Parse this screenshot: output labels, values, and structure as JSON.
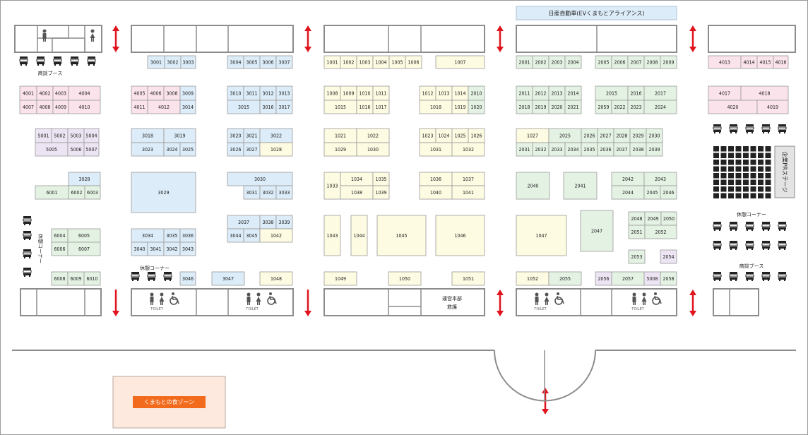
{
  "colors": {
    "blue": "#dcecf8",
    "yellow": "#fdfbe1",
    "green": "#e4f2e3",
    "pink": "#fbe3ec",
    "purple": "#ece4f2",
    "gray": "#e6e6e6",
    "wall": "#8c8c8c",
    "arrow": "#e0141e",
    "food_fill": "#fde9de",
    "food_label": "#f26b1d",
    "ev_fill": "#ddecf9"
  },
  "labels": {
    "ev": "日産自動車(EVくまもとアライアンス)",
    "food": "くまもとの食ゾーン",
    "stage": "企業PRステージ",
    "hq_line1": "運営本部",
    "hq_line2": "救護",
    "toilet": "TOILET",
    "business_booth": "商談ブース",
    "rest_corner": "休憩コーナー"
  },
  "booths": [
    {
      "id": "3001",
      "c": "blue"
    },
    {
      "id": "3002",
      "c": "blue"
    },
    {
      "id": "3003",
      "c": "blue"
    },
    {
      "id": "3004",
      "c": "blue"
    },
    {
      "id": "3005",
      "c": "blue"
    },
    {
      "id": "3006",
      "c": "blue"
    },
    {
      "id": "3007",
      "c": "blue"
    },
    {
      "id": "1001",
      "c": "yellow"
    },
    {
      "id": "1002",
      "c": "yellow"
    },
    {
      "id": "1003",
      "c": "yellow"
    },
    {
      "id": "1004",
      "c": "yellow"
    },
    {
      "id": "1005",
      "c": "yellow"
    },
    {
      "id": "1006",
      "c": "yellow"
    },
    {
      "id": "1007",
      "c": "yellow"
    },
    {
      "id": "2001",
      "c": "green"
    },
    {
      "id": "2002",
      "c": "green"
    },
    {
      "id": "2003",
      "c": "green"
    },
    {
      "id": "2004",
      "c": "green"
    },
    {
      "id": "2005",
      "c": "green"
    },
    {
      "id": "2006",
      "c": "green"
    },
    {
      "id": "2007",
      "c": "green"
    },
    {
      "id": "2008",
      "c": "green"
    },
    {
      "id": "2009",
      "c": "green"
    },
    {
      "id": "4013",
      "c": "pink"
    },
    {
      "id": "4014",
      "c": "pink"
    },
    {
      "id": "4015",
      "c": "pink"
    },
    {
      "id": "4016",
      "c": "pink"
    },
    {
      "id": "4001",
      "c": "pink"
    },
    {
      "id": "4002",
      "c": "pink"
    },
    {
      "id": "4003",
      "c": "pink"
    },
    {
      "id": "4004",
      "c": "pink"
    },
    {
      "id": "4007",
      "c": "pink"
    },
    {
      "id": "4008",
      "c": "pink"
    },
    {
      "id": "4009",
      "c": "pink"
    },
    {
      "id": "4010",
      "c": "pink"
    },
    {
      "id": "4005",
      "c": "pink"
    },
    {
      "id": "4006",
      "c": "pink"
    },
    {
      "id": "3008",
      "c": "pink"
    },
    {
      "id": "3009",
      "c": "blue"
    },
    {
      "id": "4011",
      "c": "pink"
    },
    {
      "id": "4012",
      "c": "pink"
    },
    {
      "id": "3014",
      "c": "blue"
    },
    {
      "id": "3010",
      "c": "blue"
    },
    {
      "id": "3011",
      "c": "blue"
    },
    {
      "id": "3012",
      "c": "blue"
    },
    {
      "id": "3013",
      "c": "blue"
    },
    {
      "id": "3015",
      "c": "blue"
    },
    {
      "id": "3016",
      "c": "blue"
    },
    {
      "id": "3017",
      "c": "blue"
    },
    {
      "id": "1008",
      "c": "yellow"
    },
    {
      "id": "1009",
      "c": "yellow"
    },
    {
      "id": "1010",
      "c": "yellow"
    },
    {
      "id": "1011",
      "c": "yellow"
    },
    {
      "id": "1015",
      "c": "yellow"
    },
    {
      "id": "1016",
      "c": "yellow"
    },
    {
      "id": "1017",
      "c": "yellow"
    },
    {
      "id": "1012",
      "c": "yellow"
    },
    {
      "id": "1013",
      "c": "yellow"
    },
    {
      "id": "1014",
      "c": "yellow"
    },
    {
      "id": "2010",
      "c": "green"
    },
    {
      "id": "1018",
      "c": "yellow"
    },
    {
      "id": "1019",
      "c": "yellow"
    },
    {
      "id": "1020",
      "c": "green"
    },
    {
      "id": "2011",
      "c": "green"
    },
    {
      "id": "2012",
      "c": "green"
    },
    {
      "id": "2013",
      "c": "green"
    },
    {
      "id": "2014",
      "c": "green"
    },
    {
      "id": "2018",
      "c": "green"
    },
    {
      "id": "2019",
      "c": "green"
    },
    {
      "id": "2020",
      "c": "green"
    },
    {
      "id": "2021",
      "c": "green"
    },
    {
      "id": "2015",
      "c": "green"
    },
    {
      "id": "2016",
      "c": "green"
    },
    {
      "id": "2017",
      "c": "green"
    },
    {
      "id": "2059",
      "c": "green"
    },
    {
      "id": "2022",
      "c": "green"
    },
    {
      "id": "2023",
      "c": "green"
    },
    {
      "id": "2024",
      "c": "green"
    },
    {
      "id": "4017",
      "c": "pink"
    },
    {
      "id": "4018",
      "c": "pink"
    },
    {
      "id": "4020",
      "c": "pink"
    },
    {
      "id": "4019",
      "c": "pink"
    },
    {
      "id": "5001",
      "c": "purple"
    },
    {
      "id": "5002",
      "c": "purple"
    },
    {
      "id": "5003",
      "c": "purple"
    },
    {
      "id": "5004",
      "c": "purple"
    },
    {
      "id": "5005",
      "c": "purple"
    },
    {
      "id": "5006",
      "c": "purple"
    },
    {
      "id": "5007",
      "c": "purple"
    },
    {
      "id": "3018",
      "c": "blue"
    },
    {
      "id": "3019",
      "c": "blue"
    },
    {
      "id": "3023",
      "c": "blue"
    },
    {
      "id": "3024",
      "c": "blue"
    },
    {
      "id": "3025",
      "c": "blue"
    },
    {
      "id": "3020",
      "c": "blue"
    },
    {
      "id": "3021",
      "c": "blue"
    },
    {
      "id": "3022",
      "c": "blue"
    },
    {
      "id": "3026",
      "c": "blue"
    },
    {
      "id": "3027",
      "c": "blue"
    },
    {
      "id": "1028",
      "c": "yellow"
    },
    {
      "id": "1021",
      "c": "yellow"
    },
    {
      "id": "1022",
      "c": "yellow"
    },
    {
      "id": "1029",
      "c": "yellow"
    },
    {
      "id": "1030",
      "c": "yellow"
    },
    {
      "id": "1023",
      "c": "yellow"
    },
    {
      "id": "1024",
      "c": "yellow"
    },
    {
      "id": "1025",
      "c": "yellow"
    },
    {
      "id": "1026",
      "c": "yellow"
    },
    {
      "id": "1031",
      "c": "yellow"
    },
    {
      "id": "1032",
      "c": "yellow"
    },
    {
      "id": "1027",
      "c": "yellow"
    },
    {
      "id": "2025",
      "c": "green"
    },
    {
      "id": "2026",
      "c": "green"
    },
    {
      "id": "2027",
      "c": "green"
    },
    {
      "id": "2028",
      "c": "green"
    },
    {
      "id": "2029",
      "c": "green"
    },
    {
      "id": "2030",
      "c": "green"
    },
    {
      "id": "2031",
      "c": "green"
    },
    {
      "id": "2032",
      "c": "green"
    },
    {
      "id": "2033",
      "c": "green"
    },
    {
      "id": "2034",
      "c": "green"
    },
    {
      "id": "2035",
      "c": "green"
    },
    {
      "id": "2036",
      "c": "green"
    },
    {
      "id": "2037",
      "c": "green"
    },
    {
      "id": "2038",
      "c": "green"
    },
    {
      "id": "2039",
      "c": "green"
    },
    {
      "id": "3028",
      "c": "blue"
    },
    {
      "id": "6001",
      "c": "green"
    },
    {
      "id": "6002",
      "c": "green"
    },
    {
      "id": "6003",
      "c": "green"
    },
    {
      "id": "3029",
      "c": "blue"
    },
    {
      "id": "3030",
      "c": "blue"
    },
    {
      "id": "3031",
      "c": "blue"
    },
    {
      "id": "3032",
      "c": "blue"
    },
    {
      "id": "3033",
      "c": "blue"
    },
    {
      "id": "1033",
      "c": "yellow"
    },
    {
      "id": "1034",
      "c": "yellow"
    },
    {
      "id": "1035",
      "c": "yellow"
    },
    {
      "id": "1038",
      "c": "yellow"
    },
    {
      "id": "1039",
      "c": "yellow"
    },
    {
      "id": "1036",
      "c": "yellow"
    },
    {
      "id": "1037",
      "c": "yellow"
    },
    {
      "id": "1040",
      "c": "yellow"
    },
    {
      "id": "1041",
      "c": "yellow"
    },
    {
      "id": "2040",
      "c": "green"
    },
    {
      "id": "2041",
      "c": "green"
    },
    {
      "id": "2042",
      "c": "green"
    },
    {
      "id": "2043",
      "c": "green"
    },
    {
      "id": "2044",
      "c": "green"
    },
    {
      "id": "2045",
      "c": "green"
    },
    {
      "id": "2046",
      "c": "green"
    },
    {
      "id": "6004",
      "c": "green"
    },
    {
      "id": "6005",
      "c": "green"
    },
    {
      "id": "6006",
      "c": "green"
    },
    {
      "id": "6007",
      "c": "green"
    },
    {
      "id": "3034",
      "c": "blue"
    },
    {
      "id": "3035",
      "c": "blue"
    },
    {
      "id": "3036",
      "c": "blue"
    },
    {
      "id": "3040",
      "c": "blue"
    },
    {
      "id": "3041",
      "c": "blue"
    },
    {
      "id": "3042",
      "c": "blue"
    },
    {
      "id": "3043",
      "c": "blue"
    },
    {
      "id": "3037",
      "c": "blue"
    },
    {
      "id": "3038",
      "c": "blue"
    },
    {
      "id": "3039",
      "c": "blue"
    },
    {
      "id": "3044",
      "c": "blue"
    },
    {
      "id": "3045",
      "c": "blue"
    },
    {
      "id": "1042",
      "c": "yellow"
    },
    {
      "id": "1043",
      "c": "yellow"
    },
    {
      "id": "1044",
      "c": "yellow"
    },
    {
      "id": "1045",
      "c": "yellow"
    },
    {
      "id": "1046",
      "c": "yellow"
    },
    {
      "id": "1047",
      "c": "yellow"
    },
    {
      "id": "2047",
      "c": "green"
    },
    {
      "id": "2048",
      "c": "green"
    },
    {
      "id": "2049",
      "c": "green"
    },
    {
      "id": "2050",
      "c": "green"
    },
    {
      "id": "2051",
      "c": "green"
    },
    {
      "id": "2052",
      "c": "green"
    },
    {
      "id": "2053",
      "c": "green"
    },
    {
      "id": "2054",
      "c": "purple"
    },
    {
      "id": "6008",
      "c": "green"
    },
    {
      "id": "6009",
      "c": "green"
    },
    {
      "id": "6010",
      "c": "green"
    },
    {
      "id": "3046",
      "c": "blue"
    },
    {
      "id": "3047",
      "c": "blue"
    },
    {
      "id": "1048",
      "c": "yellow"
    },
    {
      "id": "1049",
      "c": "yellow"
    },
    {
      "id": "1050",
      "c": "yellow"
    },
    {
      "id": "1051",
      "c": "yellow"
    },
    {
      "id": "1052",
      "c": "yellow"
    },
    {
      "id": "2055",
      "c": "green"
    },
    {
      "id": "2056",
      "c": "purple"
    },
    {
      "id": "2057",
      "c": "green"
    },
    {
      "id": "5008",
      "c": "purple"
    },
    {
      "id": "2058",
      "c": "green"
    }
  ]
}
